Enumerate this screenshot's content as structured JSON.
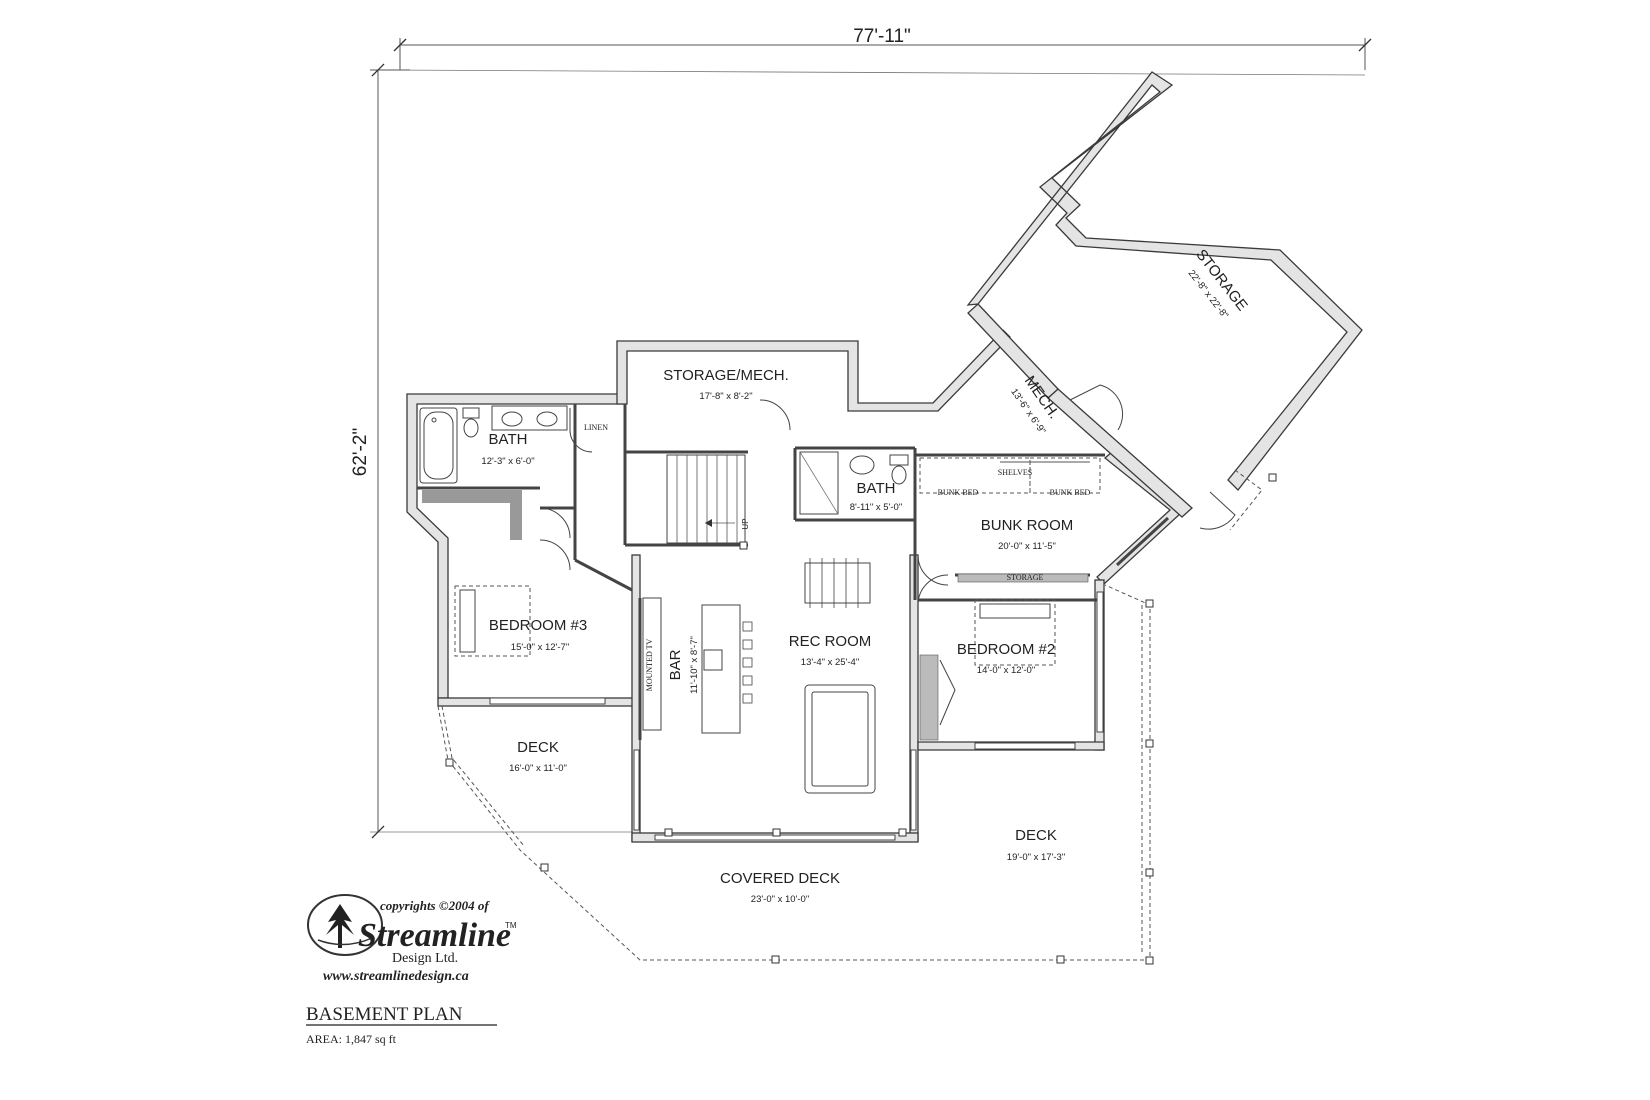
{
  "dimensions": {
    "overall_width": "77'-11\"",
    "overall_depth": "62'-2\""
  },
  "rooms": {
    "storage_large": {
      "name": "STORAGE",
      "size": "22'-8\" x 22'-8\""
    },
    "storage_mech": {
      "name": "STORAGE/MECH.",
      "size": "17'-8\" x 8'-2\""
    },
    "mech": {
      "name": "MECH.",
      "size": "13'-6\" x 6'-9\""
    },
    "bath_left": {
      "name": "BATH",
      "size": "12'-3\" x 6'-0\""
    },
    "linen": {
      "name": "LINEN"
    },
    "bath_center": {
      "name": "BATH",
      "size": "8'-11\" x 5'-0\""
    },
    "bunk_room": {
      "name": "BUNK ROOM",
      "size": "20'-0\" x 11'-5\""
    },
    "shelves": {
      "name": "SHELVES"
    },
    "bunk_bed_left": {
      "name": "BUNK BED"
    },
    "bunk_bed_right": {
      "name": "BUNK BED"
    },
    "storage_small": {
      "name": "STORAGE"
    },
    "bedroom_3": {
      "name": "BEDROOM #3",
      "size": "15'-0\" x 12'-7\""
    },
    "bedroom_2": {
      "name": "BEDROOM #2",
      "size": "14'-0\" x 12'-0\""
    },
    "rec_room": {
      "name": "REC ROOM",
      "size": "13'-4\" x 25'-4\""
    },
    "bar": {
      "name": "BAR",
      "size": "11'-10\" x 8'-7\""
    },
    "mounted_tv": {
      "name": "MOUNTED TV"
    },
    "deck_left": {
      "name": "DECK",
      "size": "16'-0\" x 11'-0\""
    },
    "deck_right": {
      "name": "DECK",
      "size": "19'-0\" x 17'-3\""
    },
    "covered_deck": {
      "name": "COVERED DECK",
      "size": "23'-0\" x 10'-0\""
    },
    "stair_label": "UP"
  },
  "branding": {
    "copyright": "copyrights ©2004 of",
    "company": "Streamline",
    "trademark": "TM",
    "company_suffix": "Design Ltd.",
    "website": "www.streamlinedesign.ca"
  },
  "plan_info": {
    "title": "BASEMENT PLAN",
    "area": "AREA: 1,847 sq ft"
  }
}
